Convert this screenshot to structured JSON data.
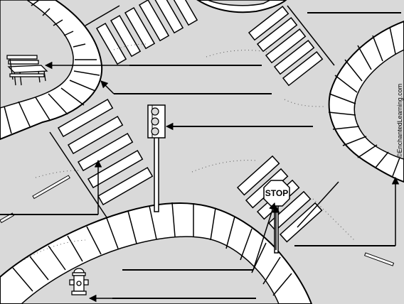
{
  "credit": "©EnchantedLearning.com",
  "stop_sign": {
    "label": "STOP",
    "color": "#ffffff"
  },
  "colors": {
    "road": "#d9d9d9",
    "sidewalk": "#ffffff",
    "corner_lot": "#d9d9d9",
    "line": "#000000"
  },
  "answer_blanks": [
    {
      "id": "bench"
    },
    {
      "id": "curb"
    },
    {
      "id": "traffic-light"
    },
    {
      "id": "crosswalk"
    },
    {
      "id": "stop-sign"
    },
    {
      "id": "sidewalk"
    },
    {
      "id": "fire-hydrant"
    }
  ],
  "icons": [
    "bench-icon",
    "traffic-light-icon",
    "stop-sign-icon",
    "fire-hydrant-icon"
  ]
}
